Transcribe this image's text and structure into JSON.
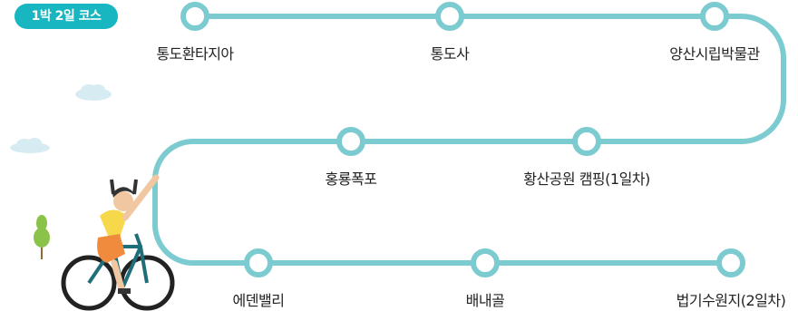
{
  "badge": {
    "label": "1박 2일 코스"
  },
  "colors": {
    "route": "#7ccbd0",
    "badge": "#17b6c0",
    "cloud": "#d6ecf2",
    "tree": "#8bc34a",
    "bike": "#222222",
    "shirt": "#f7d84b",
    "shorts": "#f08a3c"
  },
  "stops": [
    {
      "name": "통도환타지아"
    },
    {
      "name": "통도사"
    },
    {
      "name": "양산시립박물관"
    },
    {
      "name": "황산공원 캠핑(1일차)"
    },
    {
      "name": "홍룡폭포"
    },
    {
      "name": "에덴밸리"
    },
    {
      "name": "배내골"
    },
    {
      "name": "법기수원지(2일차)"
    }
  ],
  "icons": [
    "cloud-icon",
    "tree-icon",
    "cyclist-icon"
  ]
}
